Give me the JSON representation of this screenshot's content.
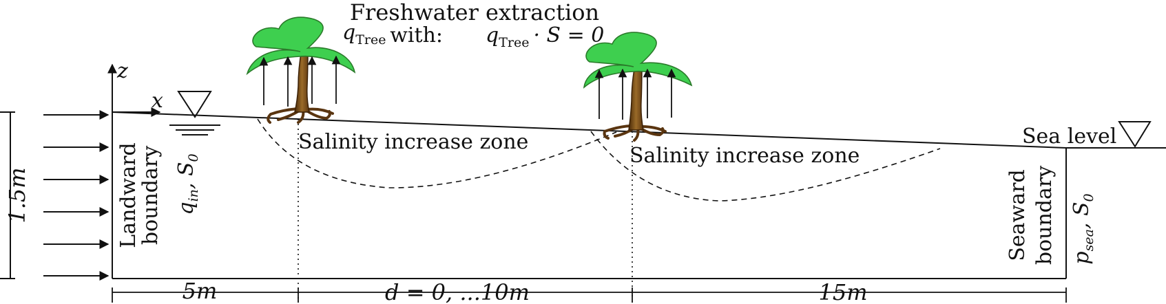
{
  "title": {
    "line1": "Freshwater extraction",
    "line2_prefix": "with:",
    "q_symbol": "q",
    "tree_subscript": "Tree",
    "line2_rest": "· S = 0"
  },
  "tree_label": {
    "symbol": "q",
    "subscript": "Tree"
  },
  "axes": {
    "z_label": "z",
    "x_label": "x"
  },
  "left_side": {
    "height_label": "1.5m",
    "boundary_line1": "Landward",
    "boundary_line2": "boundary",
    "inflow_symbol": "q",
    "inflow_subscript": "in",
    "inflow_rest": ", S",
    "inflow_s_subscript": "0"
  },
  "right_side": {
    "sea_level_label": "Sea level",
    "boundary_line1": "Seaward",
    "boundary_line2": "boundary",
    "pressure_symbol": "p",
    "pressure_subscript": "sea",
    "pressure_rest": ", S",
    "pressure_s_subscript": "0"
  },
  "zones": {
    "zone1_label": "Salinity increase zone",
    "zone2_label": "Salinity increase zone"
  },
  "dimensions": {
    "left_distance": "5m",
    "middle_distance": "d = 0, ...10m",
    "right_distance": "15m"
  },
  "colors": {
    "foliage": "#3ecf4f",
    "foliage_outline": "#2a7a2a",
    "trunk": "#7a4a12",
    "trunk_dark": "#4a2a08",
    "roots": "#5a3510",
    "line": "#111111"
  }
}
